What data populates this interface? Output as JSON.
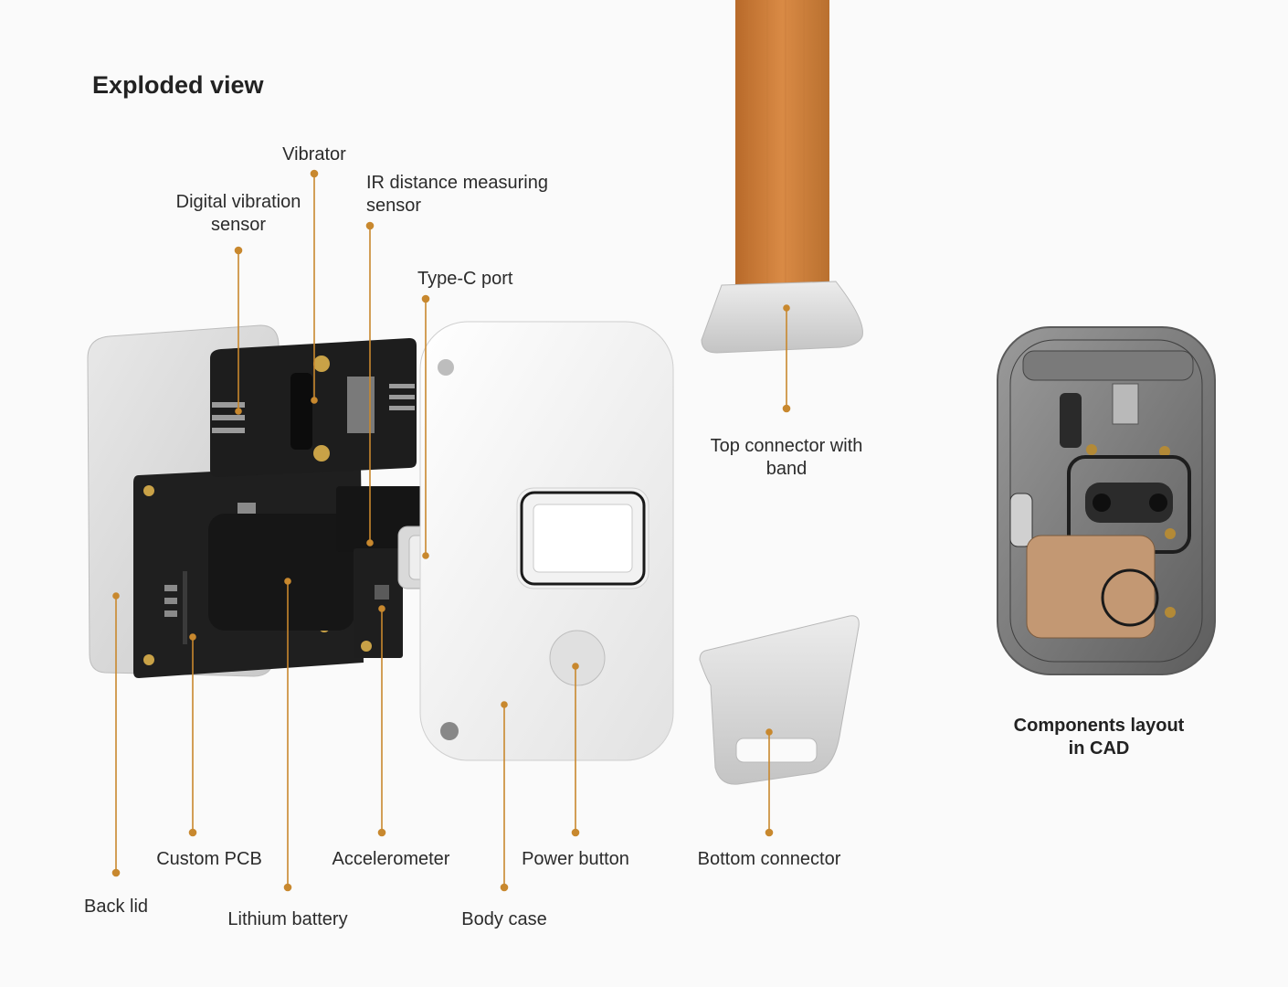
{
  "title": "Exploded view",
  "accent_color": "#c8882e",
  "labels": {
    "vibrator": "Vibrator",
    "digital_vibration_sensor": [
      "Digital vibration",
      "sensor"
    ],
    "ir_sensor": [
      "IR distance measuring",
      "sensor"
    ],
    "type_c_port": "Type-C port",
    "top_connector": [
      "Top connector with",
      "band"
    ],
    "back_lid": "Back lid",
    "custom_pcb": "Custom PCB",
    "lithium_battery": "Lithium battery",
    "accelerometer": "Accelerometer",
    "body_case": "Body case",
    "power_button": "Power button",
    "bottom_connector": "Bottom connector"
  },
  "cad_caption": [
    "Components layout",
    "in CAD"
  ]
}
